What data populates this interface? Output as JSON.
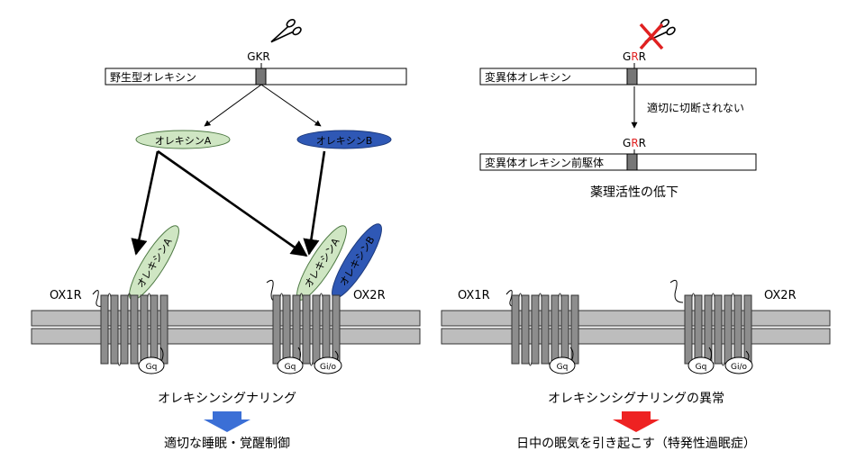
{
  "left_panel": {
    "site_label": "GKR",
    "gene_label": "野生型オレキシン",
    "peptide_a": "オレキシンA",
    "peptide_b": "オレキシンB",
    "bound_a1": "オレキシンA",
    "bound_a2": "オレキシンA",
    "bound_b": "オレキシンB",
    "receptor_1": "OX1R",
    "receptor_2": "OX2R",
    "gq_1": "Gq",
    "gq_2": "Gq",
    "gio": "Gi/o",
    "signaling": "オレキシンシグナリング",
    "outcome": "適切な睡眠・覚醒制御"
  },
  "right_panel": {
    "site_pre": "G",
    "site_mut": "R",
    "site_post": "R",
    "gene_label": "変異体オレキシン",
    "step_label": "適切に切断されない",
    "site2_pre": "G",
    "site2_mut": "R",
    "site2_post": "R",
    "precursor_label": "変異体オレキシン前駆体",
    "effect": "薬理活性の低下",
    "receptor_1": "OX1R",
    "receptor_2": "OX2R",
    "gq_1": "Gq",
    "gq_2": "Gq",
    "gio": "Gi/o",
    "signaling": "オレキシンシグナリングの異常",
    "outcome": "日中の眠気を引き起こす（特発性過眠症）"
  },
  "colors": {
    "orexin_a_fill": "#cfe6c3",
    "orexin_b_fill": "#2f58b5",
    "cleavage_site": "#777777",
    "mutation_red": "#e02020",
    "arrow_blue": "#3b6fd6",
    "arrow_red": "#ee2222",
    "membrane": "#bdbdbd",
    "helix": "#8d8d8d"
  },
  "icons": [
    "scissors-icon",
    "cross-mark-icon",
    "down-arrow-blue-icon",
    "down-arrow-red-icon"
  ]
}
